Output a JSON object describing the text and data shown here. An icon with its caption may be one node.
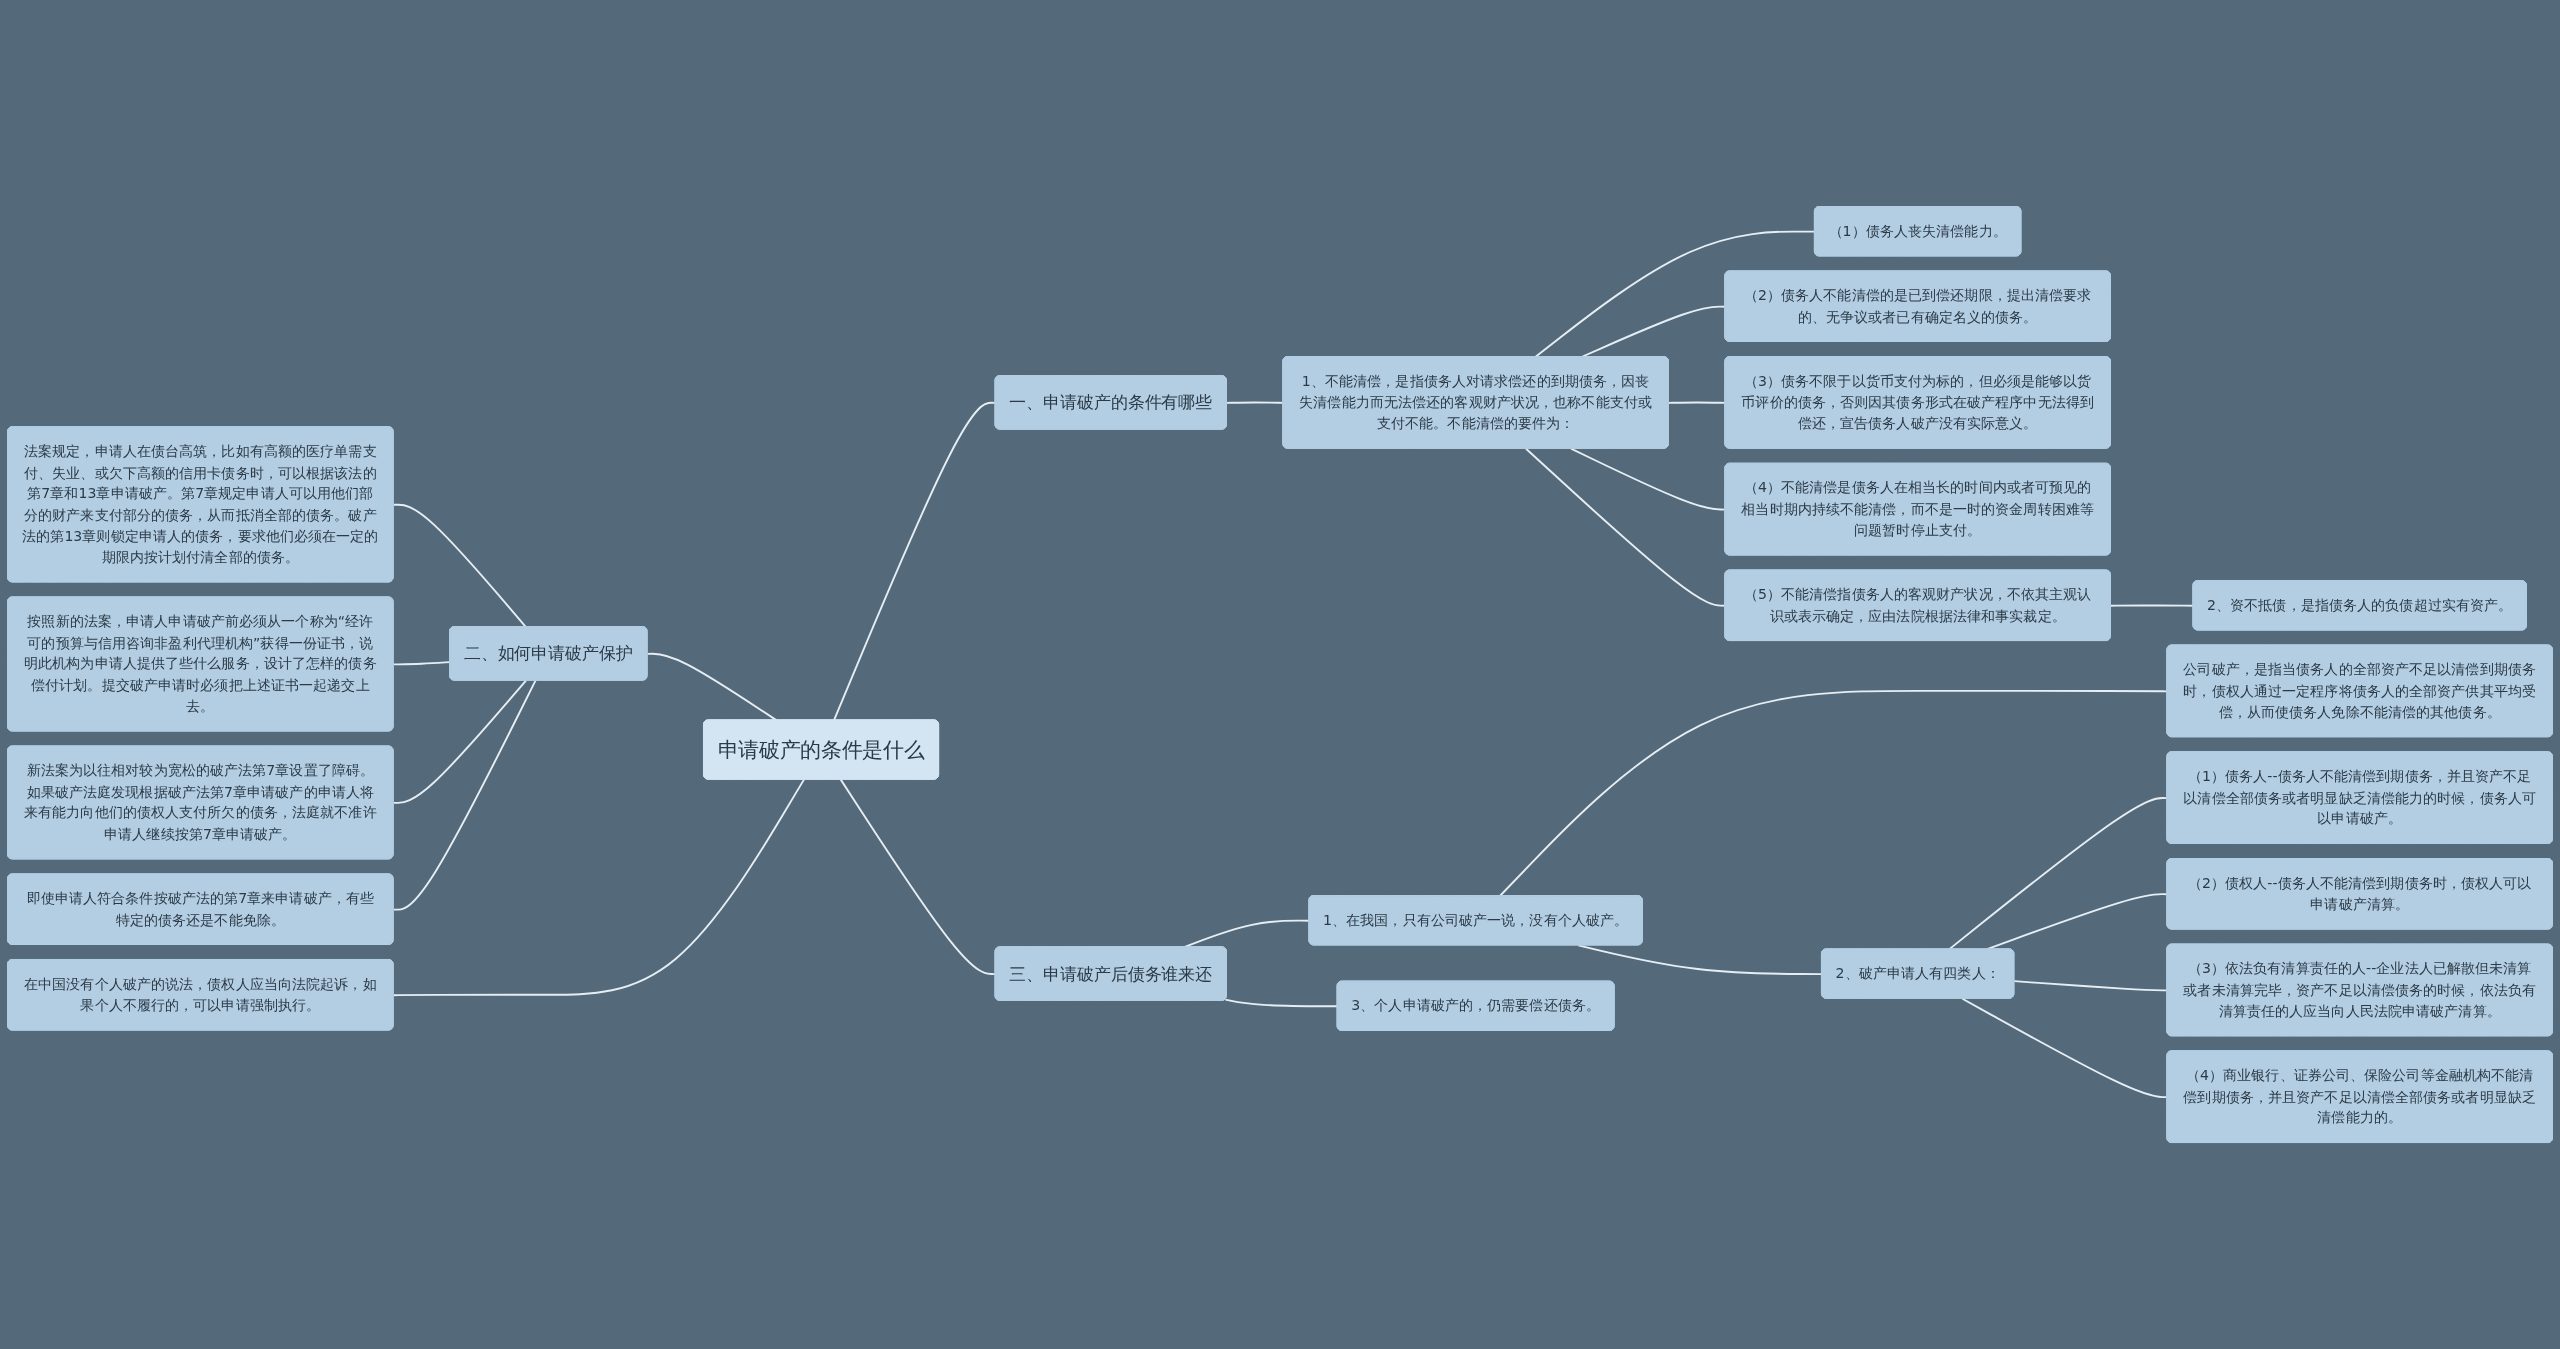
{
  "diagram": {
    "nodes": [
      {
        "text": [
          "申请破产的条件是什么"
        ]
      },
      {
        "text": [
          "一、申请破产的条件有哪些"
        ]
      },
      {
        "text": [
          "1、不能清偿，是指债务人对请求偿还的到期债务，因丧失清偿能力而无法偿还的客观财产状况，也称不能支付或支付不能。不能清偿的要件为："
        ]
      },
      {
        "text": [
          "（1）债务人丧失清偿能力。"
        ]
      },
      {
        "text": [
          "（2）债务人不能清偿的是已到偿还期限，提出清偿要求的、无争议或者已有确定名义的债务。"
        ]
      },
      {
        "text": [
          "（3）债务不限于以货币支付为标的，但必须是能够以货币评价的债务，否则因其债务形式在破产程序中无法得到偿还，宣告债务人破产没有实际意义。"
        ]
      },
      {
        "text": [
          "（4）不能清偿是债务人在相当长的时间内或者可预见的相当时期内持续不能清偿，而不是一时的资金周转困难等问题暂时停止支付。"
        ]
      },
      {
        "text": [
          "（5）不能清偿指债务人的客观财产状况，不依其主观认识或表示确定，应由法院根据法律和事实裁定。"
        ]
      },
      {
        "text": [
          "2、资不抵债，是指债务人的负债超过实有资产。"
        ]
      },
      {
        "text": [
          "二、如何申请破产保护"
        ]
      },
      {
        "text": [
          "法案规定，申请人在债台高筑，比如有高额的医疗单需支付、失业、或欠下高额的信用卡债务时，可以根据该法的第7章和13章申请破产。第7章规定申请人可以用他们部分的财产来支付部分的债务，从而抵消全部的债务。破产法的第13章则锁定申请人的债务，要求他们必须在一定的期限内按计划付清全部的债务。"
        ]
      },
      {
        "text": [
          "按照新的法案，申请人申请破产前必须从一个称为“经许可的预算与信用咨询非盈利代理机构”获得一份证书，说明此机构为申请人提供了些什么服务，设计了怎样的债务偿付计划。提交破产申请时必须把上述证书一起递交上去。"
        ]
      },
      {
        "text": [
          "新法案为以往相对较为宽松的破产法第7章设置了障碍。如果破产法庭发现根据破产法第7章申请破产的申请人将来有能力向他们的债权人支付所欠的债务，法庭就不准许申请人继续按第7章申请破产。"
        ]
      },
      {
        "text": [
          "即使申请人符合条件按破产法的第7章来申请破产，有些特定的债务还是不能免除。"
        ]
      },
      {
        "text": [
          "在中国没有个人破产的说法，债权人应当向法院起诉，如果个人不履行的，可以申请强制执行。"
        ]
      },
      {
        "text": [
          "三、申请破产后债务谁来还"
        ]
      },
      {
        "text": [
          "1、在我国，只有公司破产一说，没有个人破产。"
        ]
      },
      {
        "text": [
          "公司破产，是指当债务人的全部资产不足以清偿到期债务时，债权人通过一定程序将债务人的全部资产供其平均受偿，从而使债务人免除不能清偿的其他债务。"
        ]
      },
      {
        "text": [
          "2、破产申请人有四类人："
        ]
      },
      {
        "text": [
          "（1）债务人--债务人不能清偿到期债务，并且资产不足以清偿全部债务或者明显缺乏清偿能力的时候，债务人可以申请破产。"
        ]
      },
      {
        "text": [
          "（2）债权人--债务人不能清偿到期债务时，债权人可以申请破产清算。"
        ]
      },
      {
        "text": [
          "（3）依法负有清算责任的人--企业法人已解散但未清算或者未清算完毕，资产不足以清偿债务的时候，依法负有清算责任的人应当向人民法院申请破产清算。"
        ]
      },
      {
        "text": [
          "（4）商业银行、证券公司、保险公司等金融机构不能清偿到期债务，并且资产不足以清偿全部债务或者明显缺乏清偿能力的。"
        ]
      },
      {
        "text": [
          "3、个人申请破产的，仍需要偿还债务。"
        ]
      }
    ],
    "edges": [
      {
        "from": 0,
        "to": 1,
        "arrow": "none"
      },
      {
        "from": 1,
        "to": 2,
        "arrow": "none"
      },
      {
        "from": 2,
        "to": 3,
        "arrow": "none"
      },
      {
        "from": 2,
        "to": 4,
        "arrow": "none"
      },
      {
        "from": 2,
        "to": 5,
        "arrow": "none"
      },
      {
        "from": 2,
        "to": 6,
        "arrow": "none"
      },
      {
        "from": 2,
        "to": 7,
        "arrow": "none"
      },
      {
        "from": 7,
        "to": 8,
        "arrow": "none"
      },
      {
        "from": 0,
        "to": 9,
        "arrow": "none"
      },
      {
        "from": 9,
        "to": 10,
        "arrow": "none"
      },
      {
        "from": 9,
        "to": 11,
        "arrow": "none"
      },
      {
        "from": 9,
        "to": 12,
        "arrow": "none"
      },
      {
        "from": 9,
        "to": 13,
        "arrow": "none"
      },
      {
        "from": 0,
        "to": 14,
        "arrow": "none"
      },
      {
        "from": 0,
        "to": 15,
        "arrow": "none"
      },
      {
        "from": 15,
        "to": 16,
        "arrow": "none"
      },
      {
        "from": 16,
        "to": 17,
        "arrow": "none"
      },
      {
        "from": 16,
        "to": 18,
        "arrow": "none"
      },
      {
        "from": 18,
        "to": 19,
        "arrow": "none"
      },
      {
        "from": 18,
        "to": 20,
        "arrow": "none"
      },
      {
        "from": 18,
        "to": 21,
        "arrow": "none"
      },
      {
        "from": 18,
        "to": 22,
        "arrow": "none"
      },
      {
        "from": 15,
        "to": 23,
        "arrow": "none"
      }
    ]
  }
}
